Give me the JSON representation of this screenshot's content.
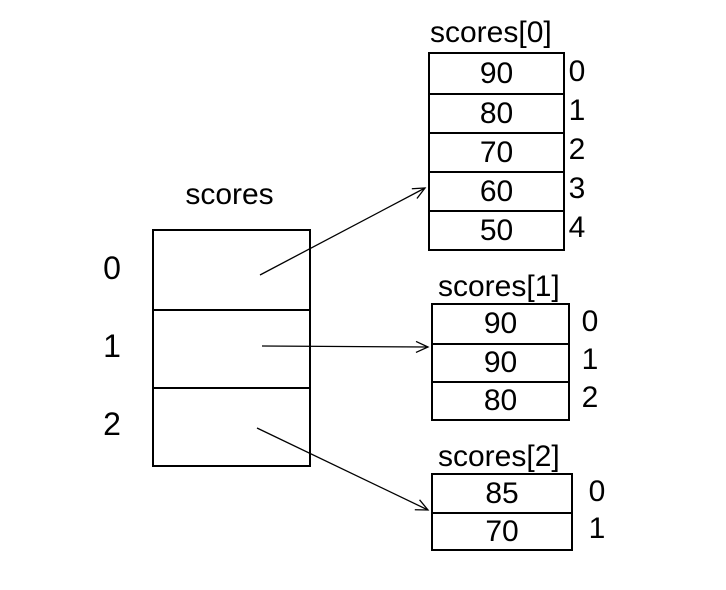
{
  "main_array": {
    "title": "scores",
    "indices": [
      "0",
      "1",
      "2"
    ]
  },
  "sub_arrays": [
    {
      "title": "scores[0]",
      "values": [
        "90",
        "80",
        "70",
        "60",
        "50"
      ],
      "indices": [
        "0",
        "1",
        "2",
        "3",
        "4"
      ]
    },
    {
      "title": "scores[1]",
      "values": [
        "90",
        "90",
        "80"
      ],
      "indices": [
        "0",
        "1",
        "2"
      ]
    },
    {
      "title": "scores[2]",
      "values": [
        "85",
        "70"
      ],
      "indices": [
        "0",
        "1"
      ]
    }
  ],
  "colors": {
    "line": "#000000",
    "text": "#000000",
    "background": "#ffffff"
  }
}
